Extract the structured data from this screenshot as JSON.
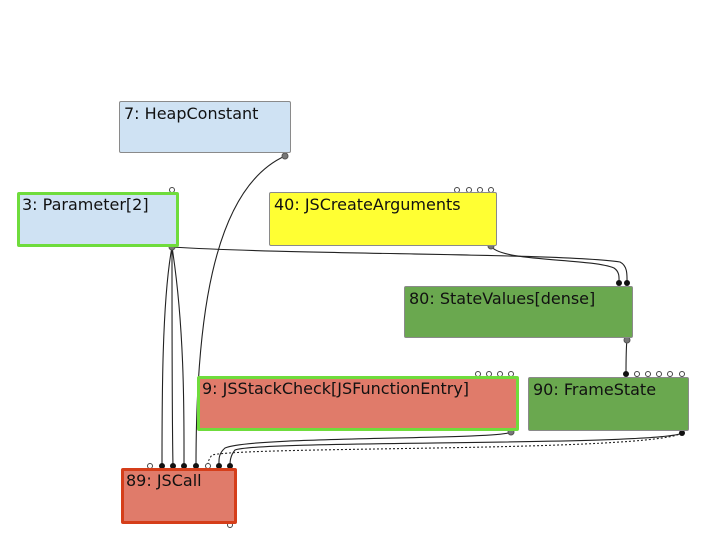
{
  "nodes": [
    {
      "id": "n7",
      "label": "7: HeapConstant",
      "color": "#cfe2f3"
    },
    {
      "id": "n3",
      "label": "3: Parameter[2]",
      "color": "#cfe2f3"
    },
    {
      "id": "n40",
      "label": "40: JSCreateArguments",
      "color": "#ffff33"
    },
    {
      "id": "n80",
      "label": "80: StateValues[dense]",
      "color": "#6aa84f"
    },
    {
      "id": "n9",
      "label": "9: JSStackCheck[JSFunctionEntry]",
      "color": "#e07b6a"
    },
    {
      "id": "n90",
      "label": "90: FrameState",
      "color": "#6aa84f"
    },
    {
      "id": "n89",
      "label": "89: JSCall",
      "color": "#e07b6a"
    }
  ],
  "selection_colors": {
    "green": "#6fdc3c",
    "red": "#d53e1a"
  }
}
